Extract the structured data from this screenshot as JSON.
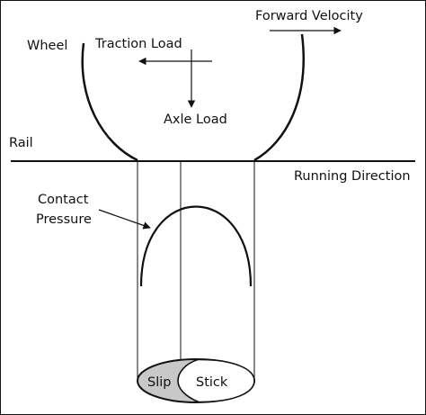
{
  "labels": {
    "wheel": "Wheel",
    "traction_load": "Traction Load",
    "forward_velocity": "Forward Velocity",
    "axle_load": "Axle Load",
    "rail": "Rail",
    "running_direction": "Running Direction",
    "contact_pressure_line1": "Contact",
    "contact_pressure_line2": "Pressure",
    "slip": "Slip",
    "stick": "Stick"
  },
  "colors": {
    "line": "#111111",
    "slip_fill": "#c8c8c8",
    "stick_fill": "#ffffff",
    "background": "#ffffff"
  }
}
